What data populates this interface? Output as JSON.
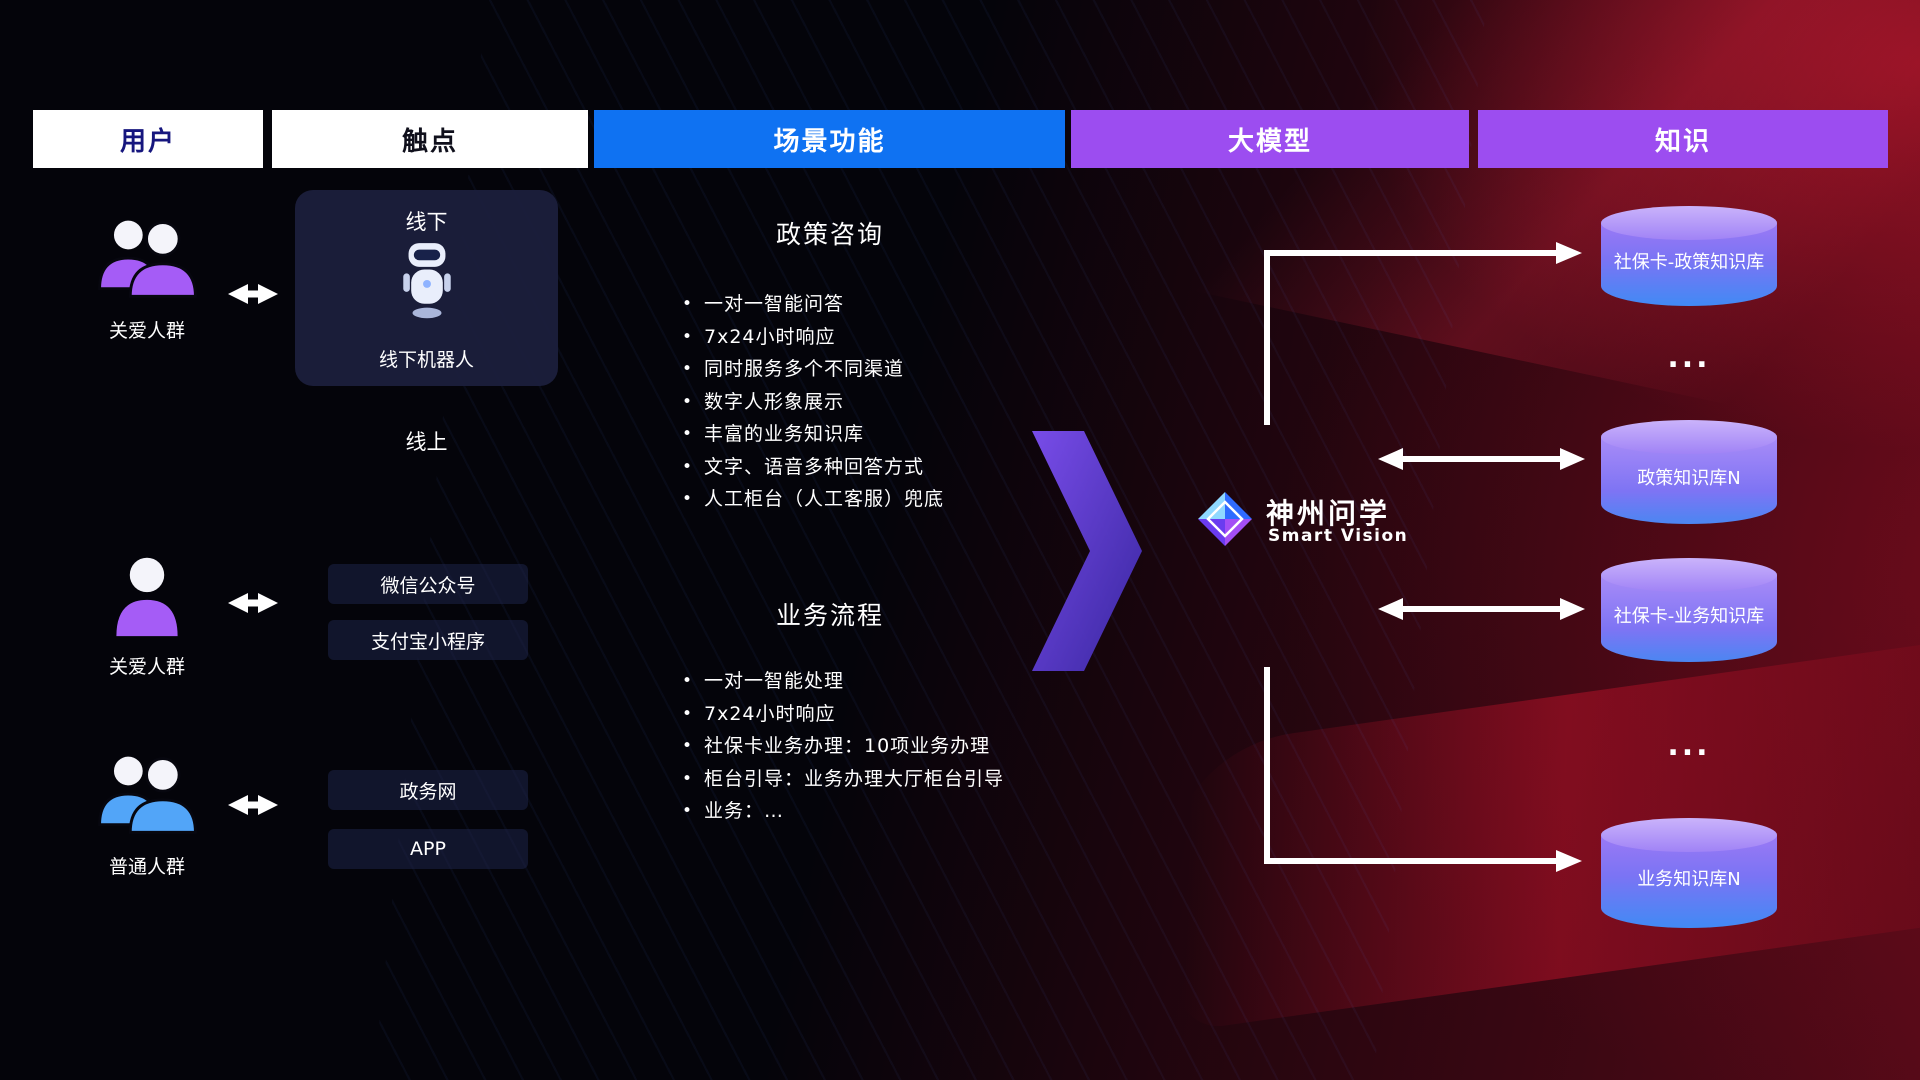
{
  "header": {
    "columns": [
      {
        "label": "用户"
      },
      {
        "label": "触点"
      },
      {
        "label": "场景功能"
      },
      {
        "label": "大模型"
      },
      {
        "label": "知识"
      }
    ]
  },
  "users": {
    "items": [
      {
        "label": "关爱人群",
        "icon": "people-group-icon",
        "color": "#a55cf6"
      },
      {
        "label": "关爱人群",
        "icon": "person-icon",
        "color": "#a55cf6"
      },
      {
        "label": "普通人群",
        "icon": "people-group-icon",
        "color": "#52a5f8"
      }
    ]
  },
  "touchpoints": {
    "offline": {
      "title": "线下",
      "icon": "robot-icon",
      "caption": "线下机器人"
    },
    "online_title": "线上",
    "channels": [
      "微信公众号",
      "支付宝小程序",
      "政务网",
      "APP"
    ]
  },
  "scenarios": {
    "policy": {
      "title": "政策咨询",
      "items": [
        "一对一智能问答",
        "7x24小时响应",
        "同时服务多个不同渠道",
        "数字人形象展示",
        "丰富的业务知识库",
        "文字、语音多种回答方式",
        "人工柜台（人工客服）兜底"
      ]
    },
    "business": {
      "title": "业务流程",
      "items": [
        "一对一智能处理",
        "7x24小时响应",
        "社保卡业务办理：10项业务办理",
        "柜台引导：业务办理大厅柜台引导",
        "业务：…"
      ]
    }
  },
  "model": {
    "name": "神州问学",
    "subtitle": "Smart Vision",
    "logo_icon": "diamond-logo-icon"
  },
  "knowledge": {
    "databases": [
      "社保卡-政策知识库",
      "政策知识库N",
      "社保卡-业务知识库",
      "业务知识库N"
    ],
    "ellipsis": "..."
  },
  "colors": {
    "header_blue": "#0f72f2",
    "header_purple": "#9c4df0",
    "cylinder_purple": "#9b79f5",
    "cylinder_blue": "#418af4",
    "big_arrow_purple": "#6f42e0",
    "user_purple": "#a55cf6",
    "user_blue": "#52a5f8",
    "background_red": "#8c0e22",
    "arrow_white": "#ffffff"
  }
}
